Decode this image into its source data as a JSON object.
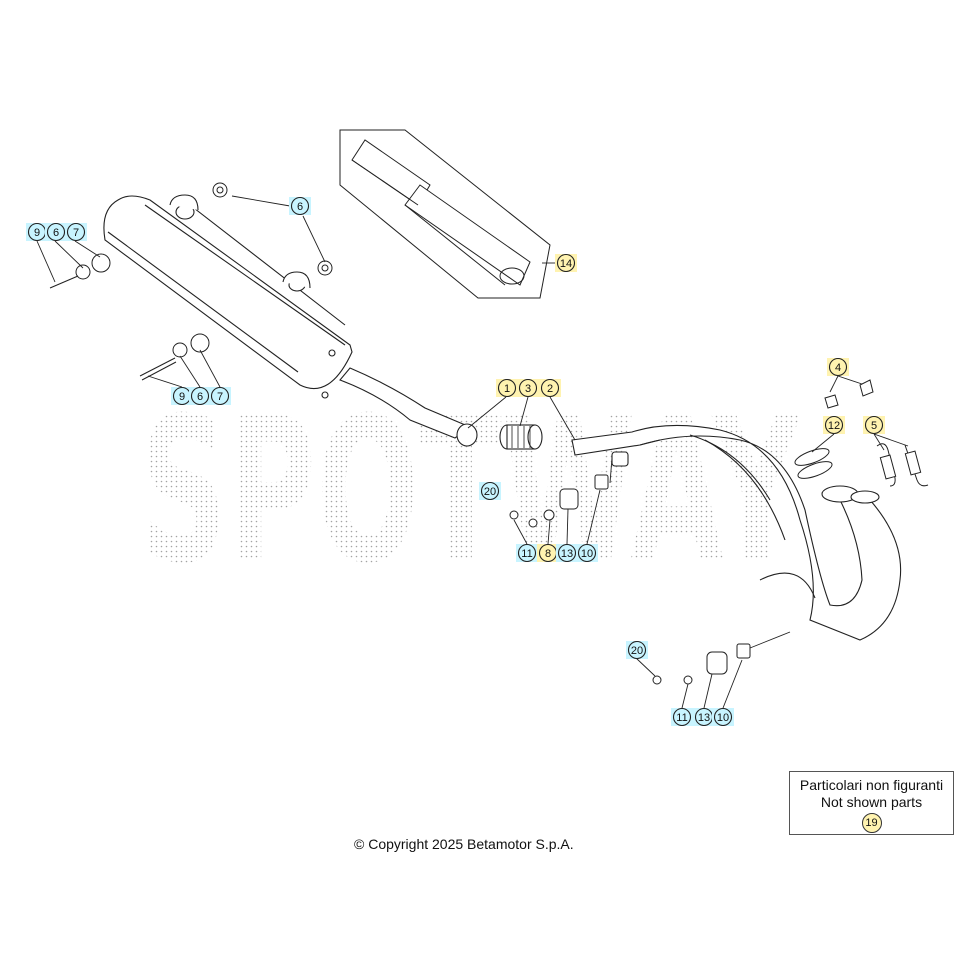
{
  "watermark": "SPOTWAY",
  "copyright": "© Copyright 2025 Betamotor S.p.A.",
  "legend": {
    "line1": "Particolari non figuranti",
    "line2": "Not shown parts",
    "badge": "19"
  },
  "colors": {
    "callout_cyan": "#c8f4ff",
    "callout_yellow": "#fff3b0",
    "line": "#222222"
  },
  "callouts": [
    {
      "id": "c9a",
      "label": "9",
      "kind": "cyan"
    },
    {
      "id": "c6a",
      "label": "6",
      "kind": "cyan"
    },
    {
      "id": "c7a",
      "label": "7",
      "kind": "cyan"
    },
    {
      "id": "c6b",
      "label": "6",
      "kind": "cyan"
    },
    {
      "id": "c9b",
      "label": "9",
      "kind": "cyan"
    },
    {
      "id": "c6c",
      "label": "6",
      "kind": "cyan"
    },
    {
      "id": "c7b",
      "label": "7",
      "kind": "cyan"
    },
    {
      "id": "c14",
      "label": "14",
      "kind": "yellow"
    },
    {
      "id": "c1",
      "label": "1",
      "kind": "yellow"
    },
    {
      "id": "c3",
      "label": "3",
      "kind": "yellow"
    },
    {
      "id": "c2",
      "label": "2",
      "kind": "yellow"
    },
    {
      "id": "c4",
      "label": "4",
      "kind": "yellow"
    },
    {
      "id": "c12",
      "label": "12",
      "kind": "yellow"
    },
    {
      "id": "c5",
      "label": "5",
      "kind": "yellow"
    },
    {
      "id": "c20a",
      "label": "20",
      "kind": "cyan"
    },
    {
      "id": "c11a",
      "label": "11",
      "kind": "cyan"
    },
    {
      "id": "c8",
      "label": "8",
      "kind": "yellow"
    },
    {
      "id": "c13a",
      "label": "13",
      "kind": "cyan"
    },
    {
      "id": "c10a",
      "label": "10",
      "kind": "cyan"
    },
    {
      "id": "c20b",
      "label": "20",
      "kind": "cyan"
    },
    {
      "id": "c11b",
      "label": "11",
      "kind": "cyan"
    },
    {
      "id": "c13b",
      "label": "13",
      "kind": "cyan"
    },
    {
      "id": "c10b",
      "label": "10",
      "kind": "cyan"
    }
  ]
}
